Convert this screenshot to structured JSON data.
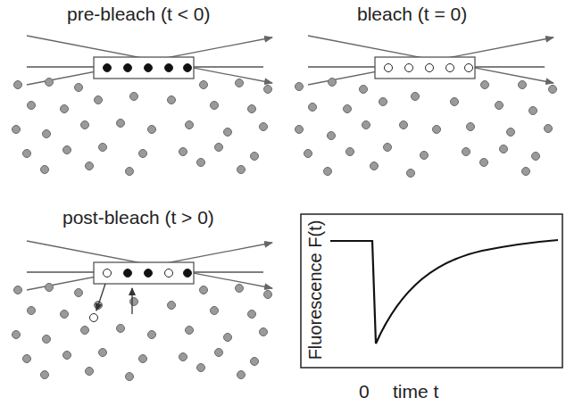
{
  "diagram": {
    "labels": [
      "pre-bleach (t < 0)",
      "bleach (t = 0)",
      "post-bleach (t > 0)",
      "Fluorescence F(t)",
      "0",
      "time t"
    ]
  }
}
